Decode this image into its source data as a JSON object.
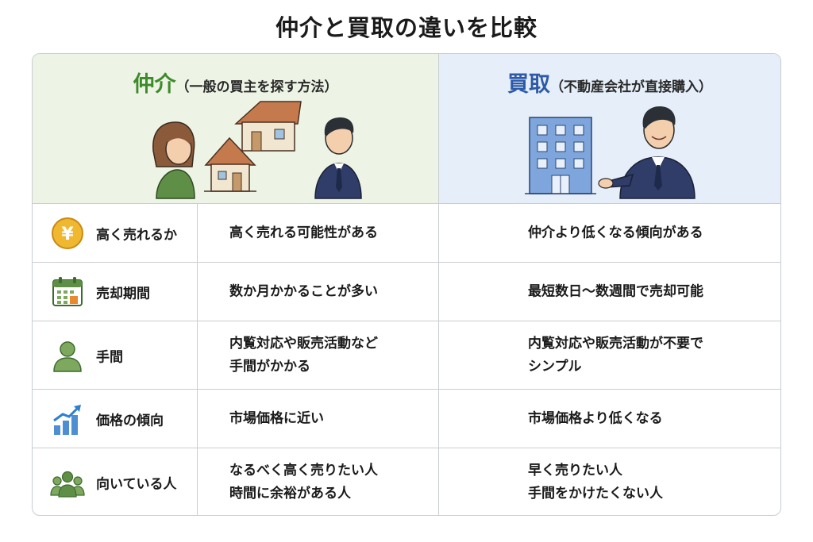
{
  "title": "仲介と買取の違いを比較",
  "columns": {
    "chukai": {
      "name": "仲介",
      "description": "（一般の買主を探す方法）"
    },
    "kaitori": {
      "name": "買取",
      "description": "（不動産会社が直接購入）"
    }
  },
  "rows": [
    {
      "icon": "yen-coin-icon",
      "label": "高く売れるか",
      "chukai": [
        "高く売れる可能性がある"
      ],
      "kaitori": [
        "仲介より低くなる傾向がある"
      ]
    },
    {
      "icon": "calendar-icon",
      "label": "売却期間",
      "chukai": [
        "数か月かかることが多い"
      ],
      "kaitori": [
        "最短数日〜数週間で売却可能"
      ]
    },
    {
      "icon": "person-icon",
      "label": "手間",
      "chukai": [
        "内覧対応や販売活動など",
        "手間がかかる"
      ],
      "kaitori": [
        "内覧対応や販売活動が不要で",
        "シンプル"
      ]
    },
    {
      "icon": "rising-chart-icon",
      "label": "価格の傾向",
      "chukai": [
        "市場価格に近い"
      ],
      "kaitori": [
        "市場価格より低くなる"
      ]
    },
    {
      "icon": "people-group-icon",
      "label": "向いている人",
      "chukai": [
        "なるべく高く売りたい人",
        "時間に余裕がある人"
      ],
      "kaitori": [
        "早く売りたい人",
        "手間をかけたくない人"
      ]
    }
  ],
  "colors": {
    "chukai_accent": "#3f8a2a",
    "kaitori_accent": "#2d5aa8",
    "chukai_header_bg": "#edf4e6",
    "kaitori_header_bg": "#e6eef9",
    "border": "#c9cdd2"
  }
}
